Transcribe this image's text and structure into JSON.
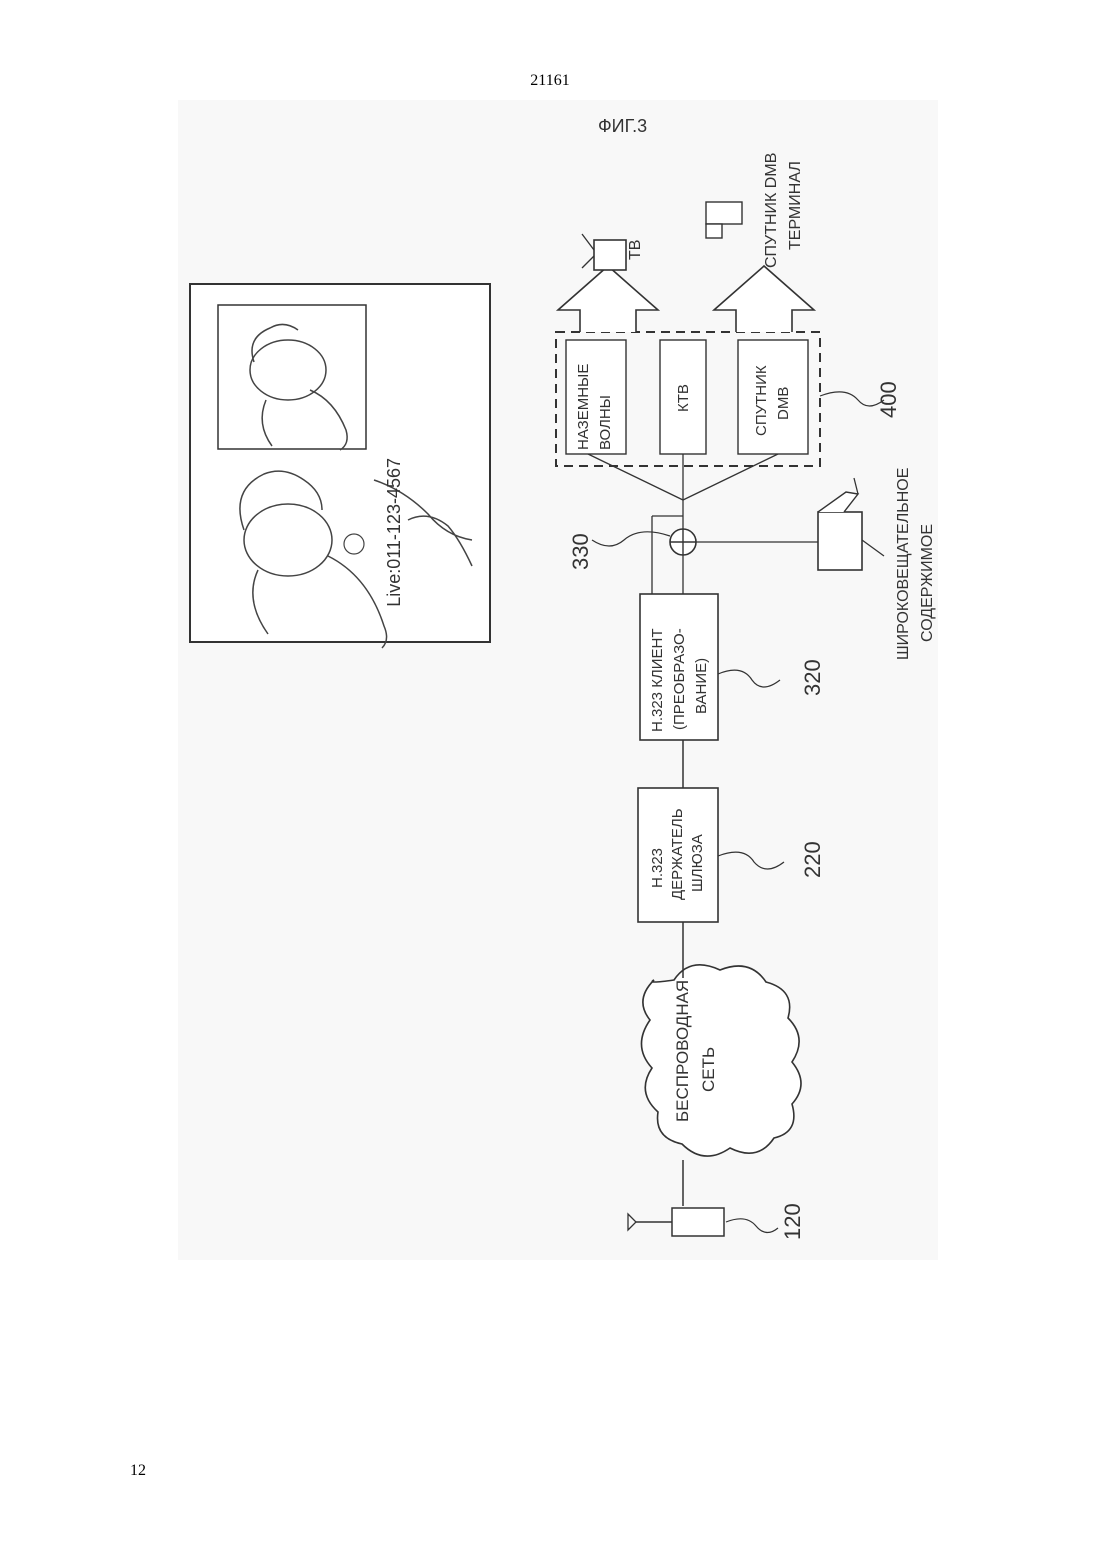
{
  "page": {
    "header_number": "21161",
    "page_number": "12"
  },
  "figure": {
    "title": "ФИГ.3",
    "caption_live": "Live:011-123-4567",
    "cloud": [
      "БЕСПРОВОДНАЯ",
      "СЕТЬ"
    ],
    "gateway": [
      "Н.323",
      "ДЕРЖАТЕЛЬ",
      "ШЛЮЗА"
    ],
    "client": [
      "Н.323 КЛИЕНТ",
      "(ПРЕОБРАЗО-",
      "ВАНИЕ)"
    ],
    "broadcaster": [
      "НАЗЕМНЫЕ",
      "ВОЛНЫ"
    ],
    "ktv": "КТВ",
    "satellite": [
      "СПУТНИК",
      "DMB"
    ],
    "tv_label": "ТВ",
    "sat_terminal": [
      "СПУТНИК DMB",
      "ТЕРМИНАЛ"
    ],
    "broadcast_content": [
      "ШИРОКОВЕЩАТЕЛЬНОЕ",
      "СОДЕРЖИМОЕ"
    ],
    "ref_120": "120",
    "ref_220": "220",
    "ref_320": "320",
    "ref_330": "330",
    "ref_400": "400"
  }
}
